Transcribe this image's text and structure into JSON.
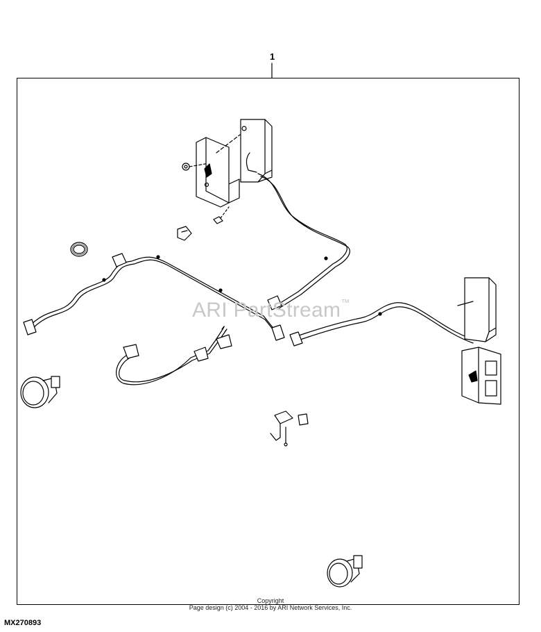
{
  "callout": "1",
  "watermark": {
    "text": "ARI PartStream",
    "mark": "™"
  },
  "copyright": {
    "line1": "Copyright",
    "line2": "Page design (c) 2004 - 2016 by ARI Network Services, Inc."
  },
  "figure_id": "MX270893"
}
